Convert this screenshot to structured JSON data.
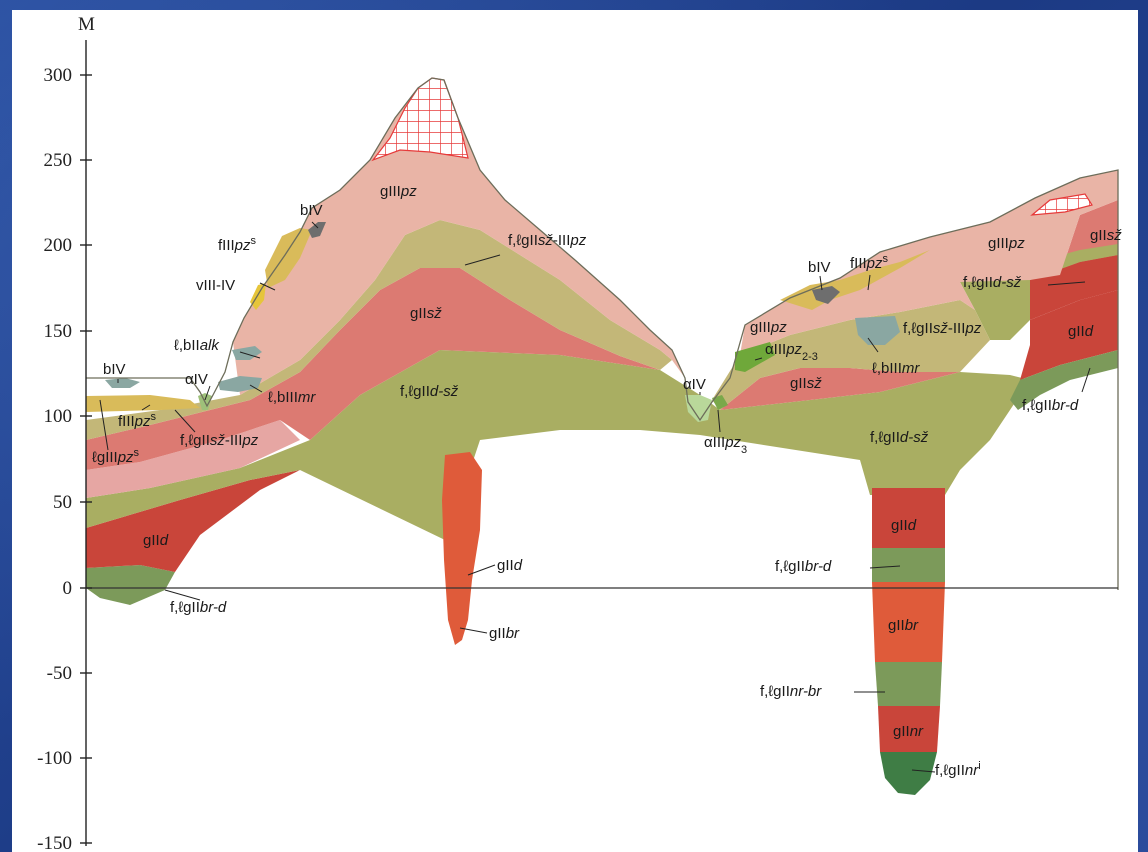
{
  "axis": {
    "unit": "M",
    "ticks": [
      "300",
      "250",
      "200",
      "150",
      "100",
      "50",
      "0",
      "-50",
      "-100",
      "-150"
    ]
  },
  "colors": {
    "ice_red": "#e63a3a",
    "glIIIpz": "#e9b4a6",
    "glIIsz": "#dc7a72",
    "glIId": "#c9453a",
    "glIIbr": "#df5b3a",
    "flgIId_sz": "#a9ae62",
    "flgIIsz_IIIpz": "#c3b778",
    "flgIIbr_d": "#7c9a5a",
    "lgIIIpz": "#e6a6a3",
    "fIIIpz": "#d9bb5a",
    "peat": "#8aa7a2",
    "alluvium": "#9ec07a",
    "nr": "#3f7d45"
  },
  "labels": [
    {
      "id": "gIIIpz-top",
      "plain": "gIII",
      "italic": "pz"
    },
    {
      "id": "flgIIsz-IIIpz-top",
      "plain": "f,ℓgII",
      "italic": "sž",
      "plain2": "-III",
      "italic2": "pz"
    },
    {
      "id": "gIIsz-center",
      "plain": "gII",
      "italic": "sž"
    },
    {
      "id": "flgIId-sz-center",
      "plain": "f,ℓgII",
      "italic": "d-sž"
    },
    {
      "id": "bIV-top",
      "plain": "bIV"
    },
    {
      "id": "fIIIpz-s-top",
      "plain": "fIII",
      "italic": "pz",
      "sup": "s"
    },
    {
      "id": "vIII-IV",
      "plain": "vIII-IV"
    },
    {
      "id": "lbIIalk",
      "plain": "ℓ,bII",
      "italic": "alk"
    },
    {
      "id": "bIV-left",
      "plain": "bIV"
    },
    {
      "id": "aIV-left",
      "plain": "αIV"
    },
    {
      "id": "lbIIImr-left",
      "plain": "ℓ,bIII",
      "italic": "mr"
    },
    {
      "id": "fIIIpz-s-left",
      "plain": "fIII",
      "italic": "pz",
      "sup": "s"
    },
    {
      "id": "flgIIsz-IIIpz-left",
      "plain": "f,ℓgII",
      "italic": "sž",
      "plain2": "-III",
      "italic2": "pz"
    },
    {
      "id": "lgIIIpz-s",
      "plain": "ℓgIII",
      "italic": "pz",
      "sup": "s"
    },
    {
      "id": "gIId-left",
      "plain": "gII",
      "italic": "d"
    },
    {
      "id": "flgIIbr-d-left",
      "plain": "f,ℓgII",
      "italic": "br-d"
    },
    {
      "id": "gIId-valley",
      "plain": "gII",
      "italic": "d"
    },
    {
      "id": "gIIbr-valley",
      "plain": "gII",
      "italic": "br"
    },
    {
      "id": "aIV-center",
      "plain": "αIV"
    },
    {
      "id": "aIIIpz3",
      "plain": "αIII",
      "italic": "pz",
      "sub": "3"
    },
    {
      "id": "aIIIpz23",
      "plain": "αIII",
      "italic": "pz",
      "sub": "2-3"
    },
    {
      "id": "bIV-right",
      "plain": "bIV"
    },
    {
      "id": "fIIIpz-s-right",
      "plain": "fIII",
      "italic": "pz",
      "sup": "s"
    },
    {
      "id": "gIIIpz-right",
      "plain": "gIII",
      "italic": "pz"
    },
    {
      "id": "gIIsz-right-top",
      "plain": "gII",
      "italic": "sž"
    },
    {
      "id": "gIIIpz-right-left",
      "plain": "gIII",
      "italic": "pz"
    },
    {
      "id": "flgIIsz-IIIpz-right",
      "plain": "f,ℓgII",
      "italic": "sž",
      "plain2": "-III",
      "italic2": "pz"
    },
    {
      "id": "flgIId-sz-right",
      "plain": "f,ℓgII",
      "italic": "d-sž"
    },
    {
      "id": "gIId-right",
      "plain": "gII",
      "italic": "d"
    },
    {
      "id": "lbIIImr-right",
      "plain": "ℓ,bIII",
      "italic": "mr"
    },
    {
      "id": "gIIsz-right",
      "plain": "gII",
      "italic": "sž"
    },
    {
      "id": "flgIId-sz-right-low",
      "plain": "f,ℓgII",
      "italic": "d-sž"
    },
    {
      "id": "flgIIbr-d-right",
      "plain": "f,ℓgII",
      "italic": "br-d"
    },
    {
      "id": "gIId-deep",
      "plain": "gII",
      "italic": "d"
    },
    {
      "id": "flgIIbr-d-deep",
      "plain": "f,ℓgII",
      "italic": "br-d"
    },
    {
      "id": "gIIbr-deep",
      "plain": "gII",
      "italic": "br"
    },
    {
      "id": "flgIInr-br",
      "plain": "f,ℓgII",
      "italic": "nr-br"
    },
    {
      "id": "gIInr",
      "plain": "gII",
      "italic": "nr"
    },
    {
      "id": "flgIInr-i",
      "plain": "f,ℓgII",
      "italic": "nr",
      "sup": "i"
    }
  ]
}
